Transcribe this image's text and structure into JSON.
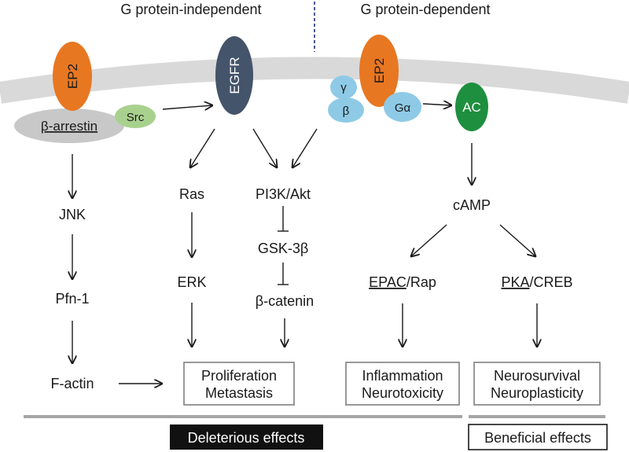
{
  "header": {
    "left": "G protein-independent",
    "right": "G protein-dependent"
  },
  "membrane": {
    "ep2_left": "EP2",
    "b_arrestin": "β-arrestin",
    "src": "Src",
    "egfr": "EGFR",
    "ep2_right": "EP2",
    "gamma": "γ",
    "beta": "β",
    "g_alpha": "Gα",
    "ac": "AC"
  },
  "pathway": {
    "jnk": "JNK",
    "pfn1": "Pfn-1",
    "factin": "F-actin",
    "ras": "Ras",
    "erk": "ERK",
    "pi3k": "PI3K/Akt",
    "gsk": "GSK-3β",
    "bcatenin": "β-catenin",
    "camp": "cAMP",
    "epac": "EPAC",
    "rap": "/Rap",
    "pka": "PKA",
    "creb": "/CREB"
  },
  "outcomes": {
    "prolif_1": "Proliferation",
    "prolif_2": "Metastasis",
    "inflam_1": "Inflammation",
    "inflam_2": "Neurotoxicity",
    "neuro_1": "Neurosurvival",
    "neuro_2": "Neuroplasticity"
  },
  "effects": {
    "deleterious": "Deleterious effects",
    "beneficial": "Beneficial effects"
  },
  "colors": {
    "membrane": "#d9d9d9",
    "ep2": "#e87722",
    "egfr": "#44546a",
    "src": "#a9d18e",
    "arrestin": "#c8c8c8",
    "g_subunits": "#8ecae6",
    "ac": "#1e8f3e",
    "box_border": "#7f7f7f",
    "deleterious_bg": "#111111"
  }
}
